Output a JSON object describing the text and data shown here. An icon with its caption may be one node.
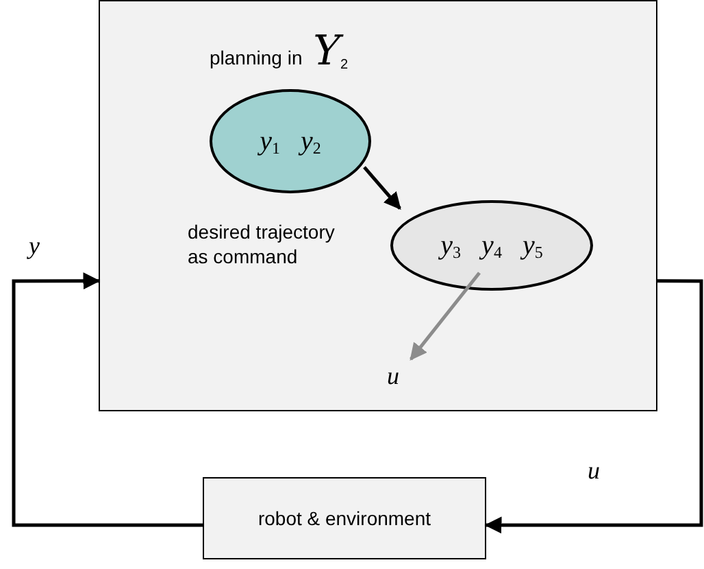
{
  "diagram": {
    "nodes": [
      {
        "text": [
          "planning in *Y*$_{2}$"
        ]
      },
      {
        "text": [
          "*y*$_{1}$ *y*$_{2}$"
        ],
        "in": 0
      },
      {
        "text": [
          "*y*$_{3}$ *y*$_{4}$ *y*$_{5}$"
        ],
        "in": 0
      },
      {
        "text": [
          "u"
        ],
        "in": 0
      },
      {
        "text": [
          "robot & environment"
        ]
      }
    ],
    "edges": [
      {
        "from": 1,
        "to": 2,
        "arrow": "to"
      },
      {
        "from": 2,
        "to": 3,
        "arrow": "to",
        "color": "#8c8c8c"
      },
      {
        "from": 4,
        "to": 0,
        "arrow": "to",
        "label": "y"
      },
      {
        "from": 0,
        "to": 4,
        "arrow": "to",
        "label": "u"
      }
    ],
    "labels": [
      "desired trajectory as command"
    ]
  }
}
